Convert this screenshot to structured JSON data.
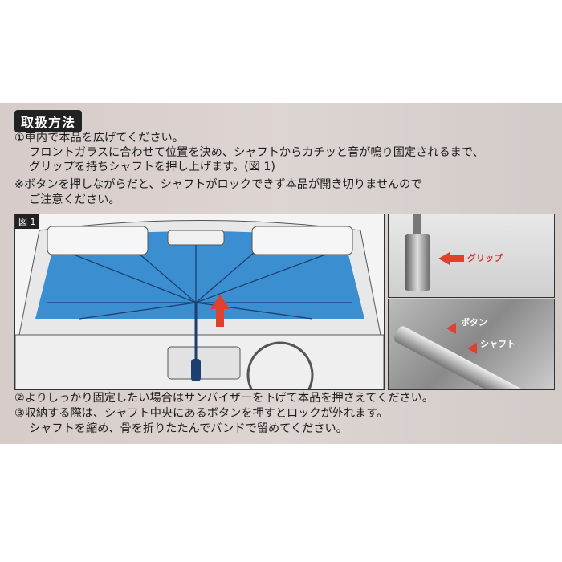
{
  "section_title": "取扱方法",
  "steps": {
    "step1_line1": "①車内で本品を広げてください。",
    "step1_line2": "フロントガラスに合わせて位置を決め、シャフトからカチッと音が鳴り固定されるまで、",
    "step1_line3": "グリップを持ちシャフトを押し上げます。(図 1)",
    "note_line1": "※ボタンを押しながらだと、シャフトがロックできず本品が開き切りませんので",
    "note_line2": "ご注意ください。",
    "step2": "②よりしっかり固定したい場合はサンバイザーを下げて本品を押さえてください。",
    "step3_line1": "③収納する際は、シャフト中央にあるボタンを押すとロックが外れます。",
    "step3_line2": "シャフトを縮め、骨を折りたたんでバンドで留めてください。"
  },
  "figure": {
    "label": "図 1",
    "grip_label": "グリップ",
    "button_label": "ボタン",
    "shaft_label": "シャフト"
  },
  "colors": {
    "arrow": "#e0402e",
    "umbrella": "#3b8fd0"
  }
}
